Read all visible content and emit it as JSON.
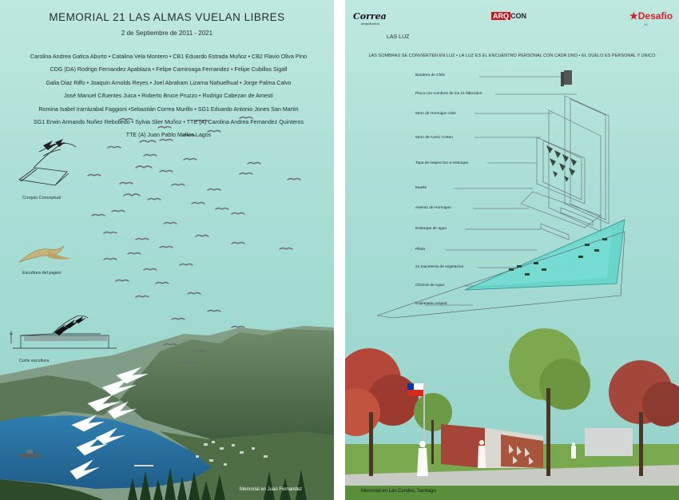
{
  "left": {
    "title": "MEMORIAL 21 LAS ALMAS VUELAN LIBRES",
    "date": "2 de Septiembre de 2011 - 2021",
    "names": [
      "Carolina Andrea Gatica Aburto  •  Catalina Vela Montero  •  CB1 Eduardo Estrada Muñoz  •  CB2 Flavio Oliva Pino",
      "CDG (DA) Rodrigo Fernandez Apablaza  •  Felipe Camiroaga Fernandez  •  Felipe Cubillos Sigall",
      "Galia Diaz Riffo  •  Joaquin Arnolds Reyes  •  Joel Abraham Lizama Nahuelhual  •  Jorge Palma Calvo",
      "José Manuel Cifuentes Juica  •  Roberto Bruce Pruzzo  •  Rodrigo Cabezan de Amesti",
      "Romina Isabel Irarrázabal Faggioni  •Sebastián Correa Murillo  •  SG1 Eduardo Antonio Jones San Martin",
      "SG1 Erwin Armando Nuñez Rebolledo  •  Sylvia Slier Muñoz  •  TTE (A) Carolina Andrea Fernandez Quinteros",
      "TTE (A) Juan Pablo Mallea Lagos"
    ],
    "sketch_labels": {
      "croquis": "Croquis Conceptual",
      "escultura": "Escultura del pajaro",
      "corte": "Corte escultura"
    },
    "caption": "Memorial en Juan Fernandez"
  },
  "right": {
    "logos": {
      "correa": "Correa",
      "correa_sub": "arquitectos",
      "arq": "ARQ",
      "con": "CON",
      "desafio": "Desafio",
      "desafio_sub": "10"
    },
    "section_title": "LAS LUZ",
    "tagline": "LAS SOMBRAS SE CONVIERTEN EN LUZ  •  LA LUZ ES EL ENCUENTRO PERSONAL CON CADA UNO  •  EL DUELO ES PERSONAL Y UNICO",
    "diagram_labels": [
      "Bandera de Chile",
      "Placa con nombres de los 21 fallecidos",
      "Muro de Hormigon visto",
      "Muro de Acero Corten",
      "Tapa de inspeccion a estanque",
      "Muelle",
      "Asiento de Hormigon",
      "Estanque de agua",
      "Pileta",
      "21 maceteros de vegetacion",
      "Chorros de Agua",
      "Explanada cesped"
    ],
    "caption": "Memorial en Las Condes, Santiago"
  },
  "colors": {
    "sky": "#bfe8df",
    "water": "#5fd3c8",
    "flag_red": "#d52b1e",
    "flag_blue": "#0039a6",
    "logo_red": "#d0202a"
  }
}
